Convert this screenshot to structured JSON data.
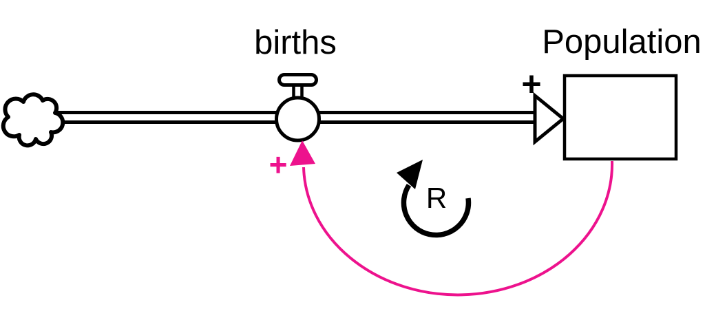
{
  "diagram": {
    "type": "stock-and-flow",
    "colors": {
      "ink": "#000000",
      "feedback_pink": "#ED128D",
      "background": "#FFFFFF"
    },
    "source": {
      "icon": "cloud-icon"
    },
    "flow": {
      "label": "births",
      "valve_icon": "valve-icon"
    },
    "stock": {
      "label": "Population"
    },
    "polarities": {
      "inflow_plus": "+",
      "feedback_plus": "+"
    },
    "loop": {
      "label": "R",
      "direction": "clockwise",
      "icon": "reinforcing-loop-icon"
    }
  }
}
